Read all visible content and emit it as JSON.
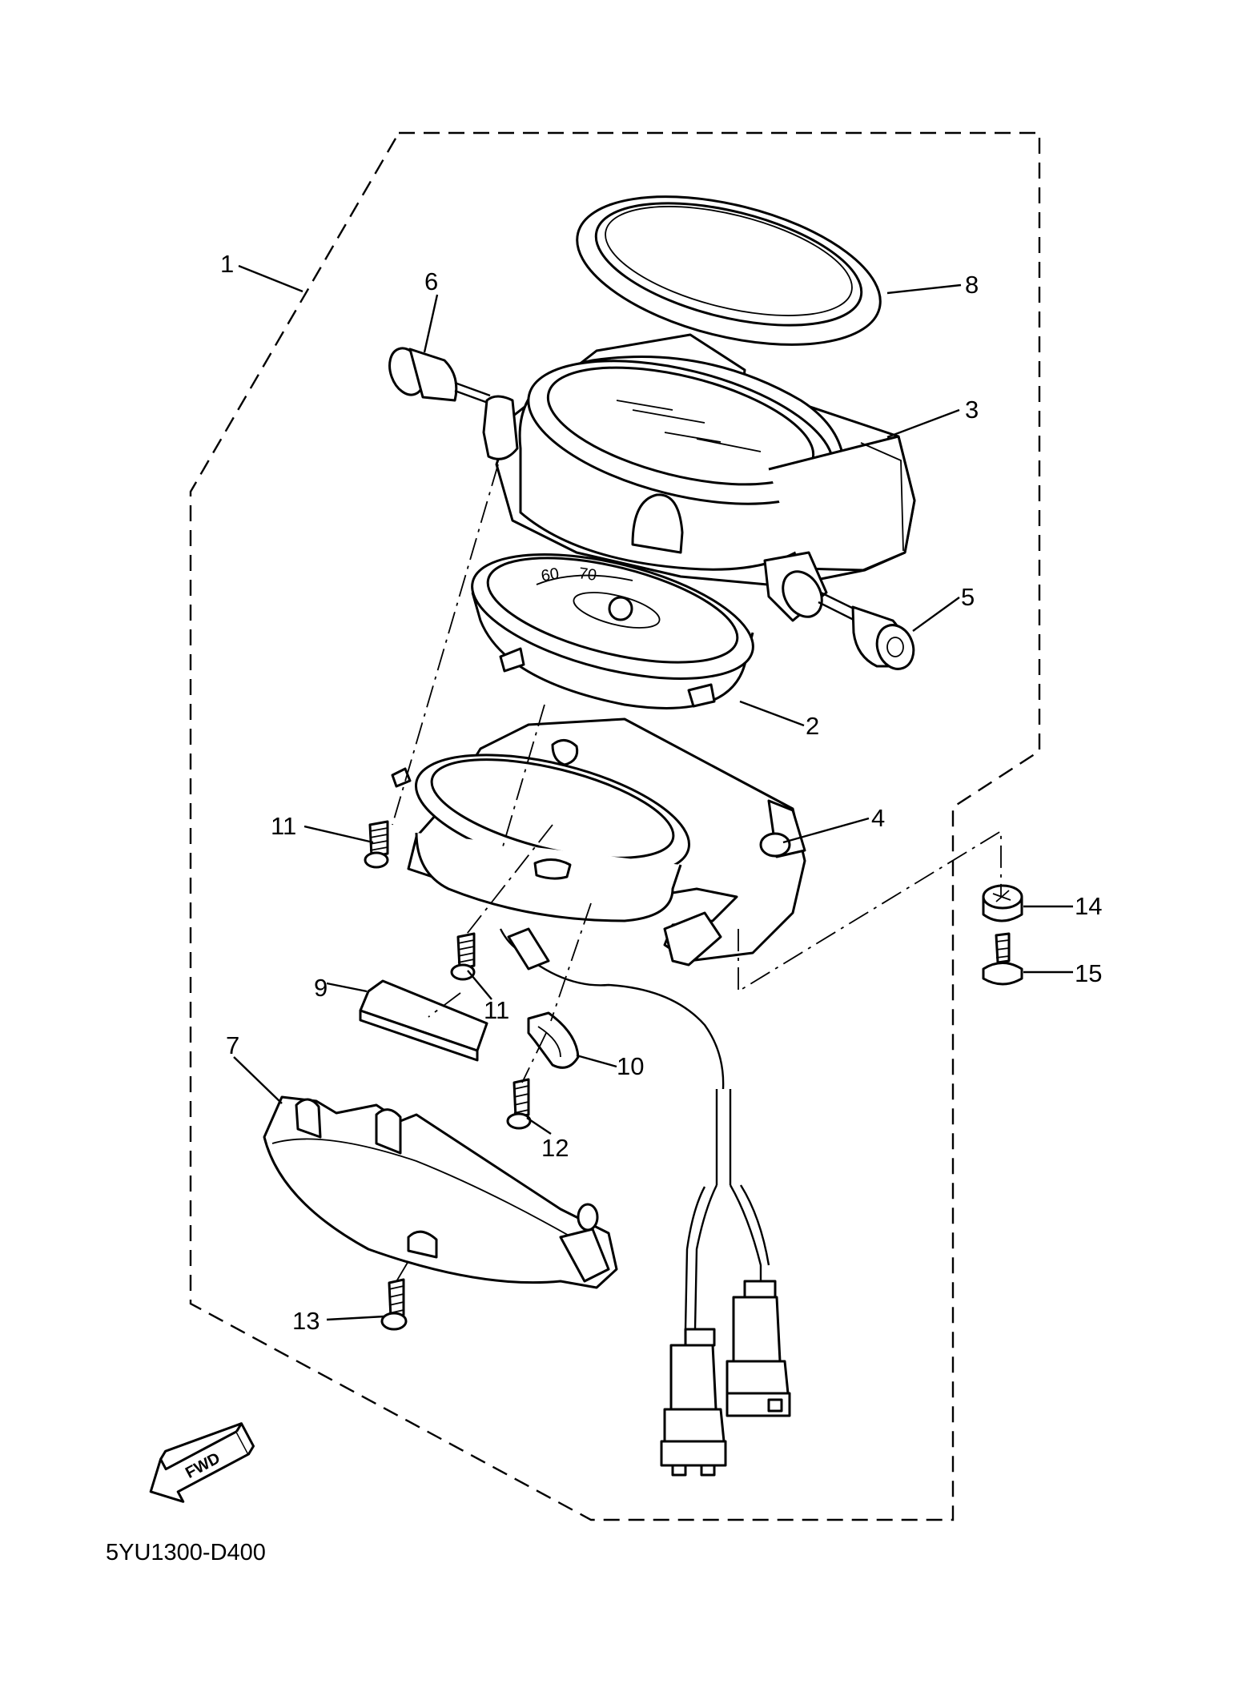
{
  "diagram_code": "5YU1300-D400",
  "fwd_label": "FWD",
  "dial_numbers": {
    "n60": "60",
    "n70": "70"
  },
  "callouts": {
    "c1": "1",
    "c2": "2",
    "c3": "3",
    "c4": "4",
    "c5": "5",
    "c6": "6",
    "c7": "7",
    "c8": "8",
    "c9": "9",
    "c10": "10",
    "c11a": "11",
    "c11b": "11",
    "c12": "12",
    "c13": "13",
    "c14": "14",
    "c15": "15"
  }
}
